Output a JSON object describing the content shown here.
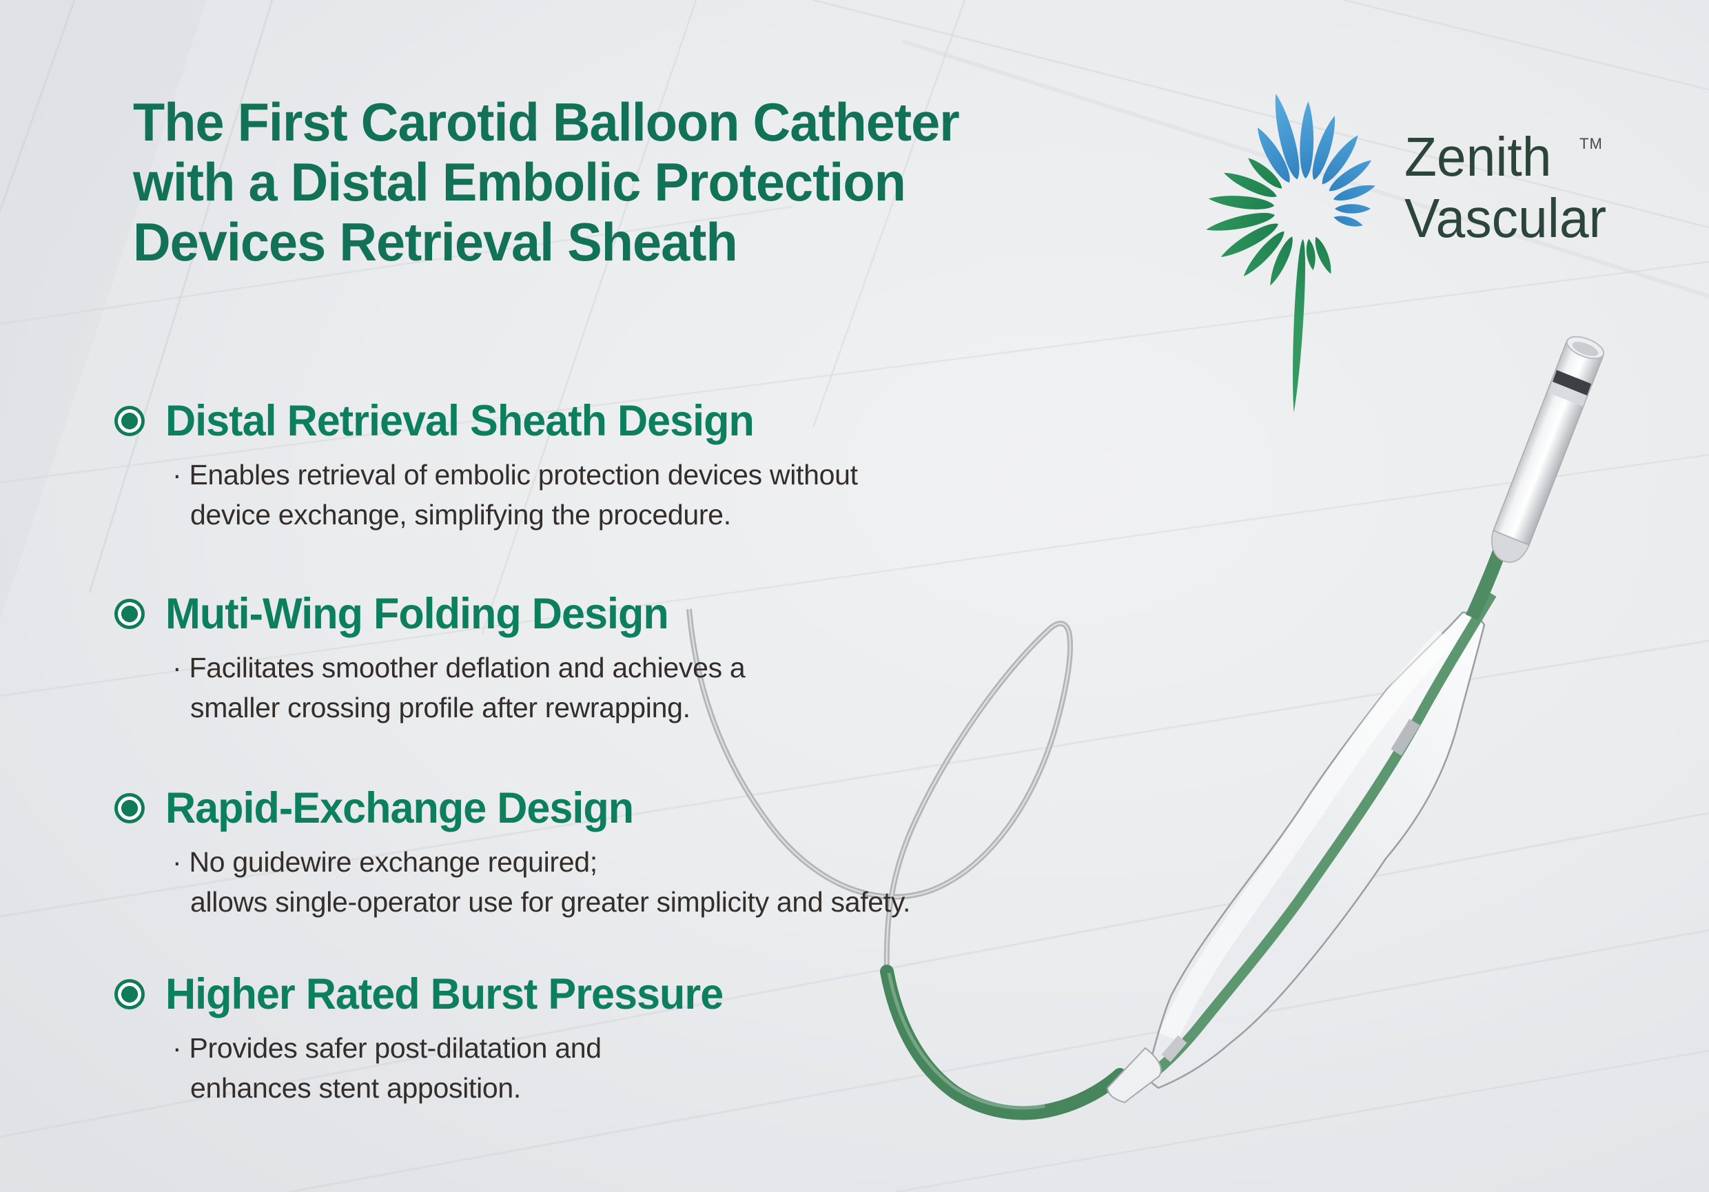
{
  "header": {
    "title_lines": [
      "The First Carotid Balloon Catheter",
      "with a Distal Embolic Protection",
      "Devices Retrieval Sheath"
    ],
    "title_color": "#117257"
  },
  "logo": {
    "brand_line1": "Zenith",
    "brand_line2": "Vascular",
    "trademark": "TM",
    "text_color": "#2b453b",
    "petal_blue": "#2e8fcd",
    "petal_green": "#117a4b"
  },
  "sections": [
    {
      "heading": "Distal Retrieval Sheath Design",
      "lines": [
        "· Enables retrieval of embolic protection devices without",
        "device exchange, simplifying the procedure."
      ]
    },
    {
      "heading": "Muti-Wing Folding Design",
      "lines": [
        "· Facilitates smoother deflation and achieves a",
        "smaller crossing profile after rewrapping."
      ]
    },
    {
      "heading": "Rapid-Exchange Design",
      "lines": [
        "· No guidewire exchange required;",
        "allows single-operator use for greater simplicity and safety."
      ]
    },
    {
      "heading": "Higher Rated Burst Pressure",
      "lines": [
        "· Provides safer post-dilatation and",
        "enhances stent apposition."
      ]
    }
  ],
  "accents": {
    "heading_green": "#0b7f5e",
    "bullet_green": "#0f7b59",
    "body_text": "#332d2b",
    "background_gray": "#e9ebed",
    "shaft_green": "#47855c",
    "wire_gray": "#b3b5b9"
  },
  "illustration": {
    "subject": "carotid balloon catheter with distal retrieval sheath, curled guidewire and deflated balloon"
  }
}
